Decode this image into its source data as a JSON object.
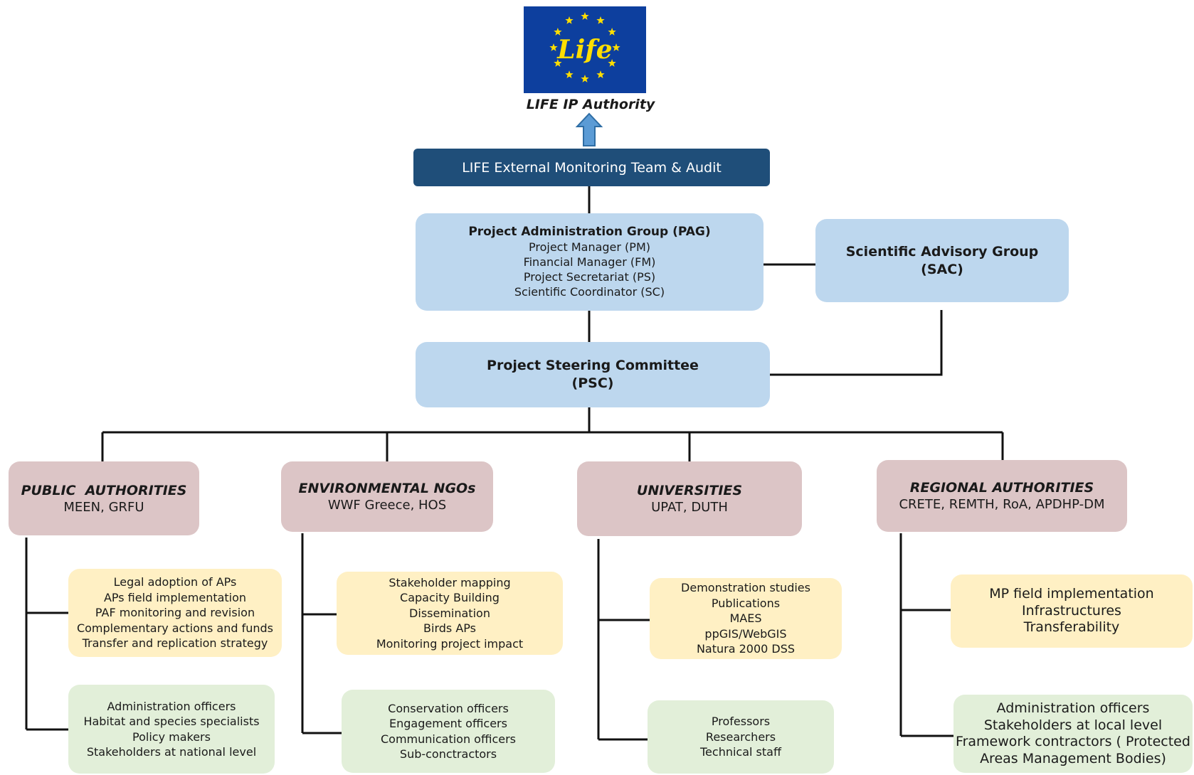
{
  "logo": {
    "text": "Life",
    "colors": {
      "background": "#0d3f9e",
      "stars": "#ffde00"
    }
  },
  "authority": {
    "label": "LIFE IP Authority"
  },
  "monitoring": {
    "label": "LIFE External Monitoring Team & Audit"
  },
  "pag": {
    "title": "Project Administration Group (PAG)",
    "members": [
      "Project Manager (PM)",
      "Financial Manager (FM)",
      "Project Secretariat (PS)",
      "Scientific Coordinator (SC)"
    ]
  },
  "sac": {
    "title": "Scientific Advisory Group",
    "abbr": "(SAC)"
  },
  "psc": {
    "title": "Project Steering Committee",
    "abbr": "(PSC)"
  },
  "groups": [
    {
      "title": "PUBLIC  AUTHORITIES",
      "members": "MEEN, GRFU",
      "tasks": [
        "Legal adoption of APs",
        "APs field implementation",
        "PAF monitoring and revision",
        "Complementary actions and funds",
        "Transfer and replication strategy"
      ],
      "staff": [
        "Administration officers",
        "Habitat and species specialists",
        "Policy makers",
        "Stakeholders at national level"
      ]
    },
    {
      "title": "ENVIRONMENTAL NGOs",
      "members": "WWF Greece, HOS",
      "tasks": [
        "Stakeholder mapping",
        "Capacity Building",
        "Dissemination",
        "Birds APs",
        "Monitoring  project impact"
      ],
      "staff": [
        "Conservation officers",
        "Engagement officers",
        "Communication officers",
        "Sub-conctractors"
      ]
    },
    {
      "title": "UNIVERSITIES",
      "members": "UPAT, DUTH",
      "tasks": [
        "Demonstration studies",
        "Publications",
        "MAES",
        "ppGIS/WebGIS",
        "Natura 2000 DSS"
      ],
      "staff": [
        "Professors",
        "Researchers",
        "Technical staff"
      ]
    },
    {
      "title": "REGIONAL AUTHORITIES",
      "members": "CRETE, REMTH, RoA, APDHP-DM",
      "tasks": [
        "MP field implementation",
        "Infrastructures",
        "Transferability"
      ],
      "staff": [
        "Administration officers",
        "Stakeholders at local level",
        "Framework contractors ( Protected",
        "Areas Management Bodies)"
      ]
    }
  ],
  "colors": {
    "navy": "#1f4e79",
    "light_blue": "#bdd7ee",
    "rose": "#dcc5c6",
    "yellow": "#fff0c4",
    "green": "#e2efd9",
    "arrow": "#5b9bd5"
  }
}
